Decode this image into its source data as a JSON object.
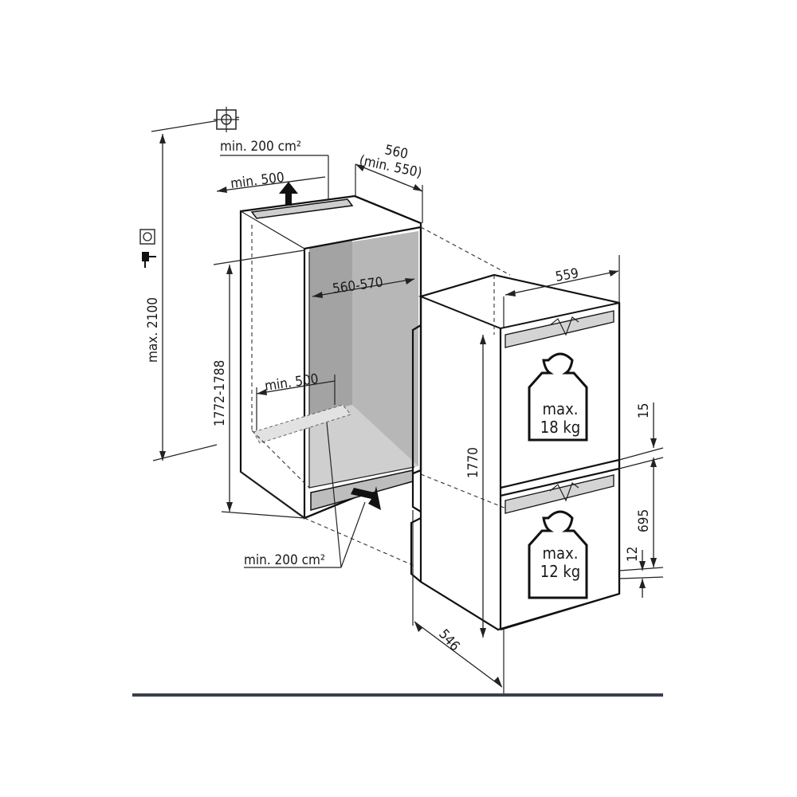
{
  "niche": {
    "top_vent": "min. 200 cm²",
    "top_depth": "min. 500",
    "width": "560",
    "width_min": "(min. 550)",
    "inner_width": "560-570",
    "height_range": "1772-1788",
    "bottom_depth": "min. 500",
    "bottom_vent": "min. 200 cm²",
    "max_height": "max. 2100"
  },
  "appliance": {
    "width": "559",
    "height": "1770",
    "depth": "546",
    "gap_top": "15",
    "lower_door": "695",
    "gap_bottom": "12",
    "upper_load_line1": "max.",
    "upper_load_line2": "18 kg",
    "lower_load_line1": "max.",
    "lower_load_line2": "12 kg"
  },
  "icons": [
    "water-connection-icon",
    "power-socket-icon",
    "plug-icon",
    "weight-icon"
  ],
  "colors": {
    "line": "#111111",
    "fill_gray": "#b9b9b9",
    "light_gray": "#e4e4e4",
    "bottom_rule": "#3a3f4a"
  }
}
